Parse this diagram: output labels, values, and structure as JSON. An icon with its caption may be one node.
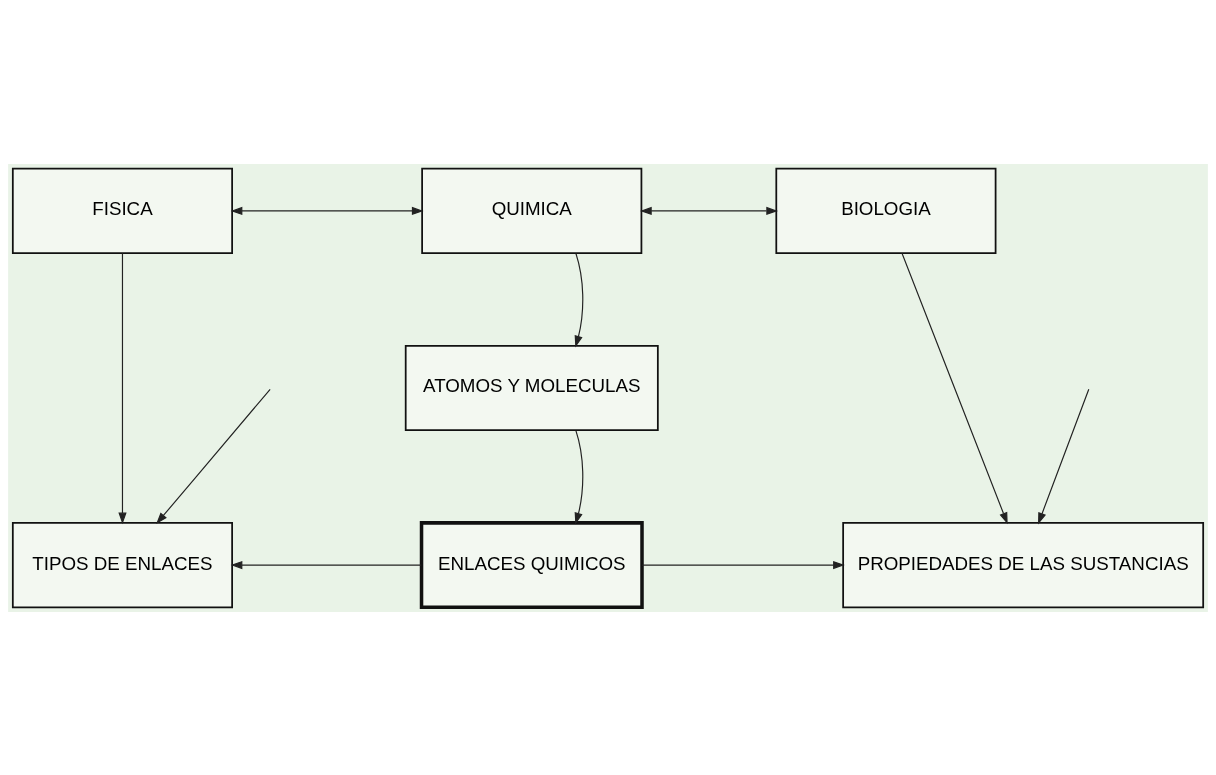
{
  "diagram": {
    "nodes": [
      {
        "text": [
          "FISICA"
        ]
      },
      {
        "text": [
          "QUIMICA"
        ]
      },
      {
        "text": [
          "BIOLOGIA"
        ]
      },
      {
        "text": [
          "ATOMOS Y MOLECULAS"
        ]
      },
      {
        "text": [
          "TIPOS DE ENLACES"
        ]
      },
      {
        "text": [
          "ENLACES QUIMICOS"
        ]
      },
      {
        "text": [
          "PROPIEDADES DE LAS SUSTANCIAS"
        ]
      }
    ],
    "edges": [
      {
        "from": 0,
        "to": 1,
        "arrow": "both"
      },
      {
        "from": 1,
        "to": 2,
        "arrow": "both"
      },
      {
        "from": 1,
        "to": 3,
        "arrow": "to"
      },
      {
        "from": 0,
        "to": 4,
        "arrow": "to"
      },
      {
        "from": 3,
        "to": 5,
        "arrow": "to"
      },
      {
        "from": 2,
        "to": 6,
        "arrow": "to"
      },
      {
        "from": 5,
        "to": 4,
        "arrow": "to"
      },
      {
        "from": 5,
        "to": 6,
        "arrow": "to"
      },
      {
        "from": null,
        "to": 4,
        "arrow": "to"
      },
      {
        "from": null,
        "to": 6,
        "arrow": "to"
      }
    ]
  }
}
